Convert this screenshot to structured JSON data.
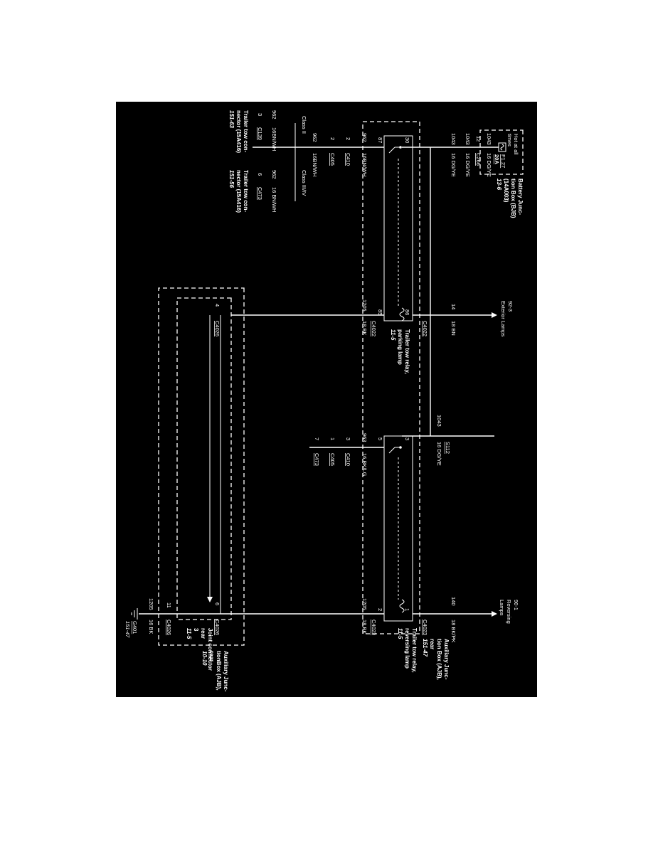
{
  "colors": {
    "panel": "#000000",
    "ink": "#ffffff",
    "page": "#ffffff"
  },
  "bjb": {
    "hot_line1": "Hot at all",
    "hot_line2": "times",
    "fuse_id": "F1.27",
    "fuse_amp": "20A",
    "title1": "Battery Junc-",
    "title2": "tion Box (BJB)",
    "title3": "(14A003)",
    "title4": "13-6"
  },
  "feed": {
    "circuit_top": "1043",
    "wire_top": "16 DG/YE",
    "pin": "12",
    "connector": "C266",
    "circuit_mid": "1043",
    "wire_mid": "16 DG/YE",
    "circuit_low": "1043",
    "wire_low": "16 DG/YE",
    "circuit_ajb": "1043",
    "wire_ajb": "16 DG/YE",
    "splice": "S112"
  },
  "parking_relay": {
    "pin30": "30",
    "pin87": "87",
    "pin86": "86",
    "pin85": "85",
    "label1": "Trailer tow relay,",
    "label2": "parking lamp",
    "label3": "11-5",
    "out_pin": "14",
    "out_wire": "18 BN",
    "out_conn": "C4022",
    "out_dest1": "92-3",
    "out_dest2": "Exterior Lamps",
    "gnd_circuit": "1205",
    "gnd_wire": "18 BK",
    "gnd_conn": "C4022"
  },
  "parking_out": {
    "circuit": "962",
    "wire": "16BN/WH",
    "pin_a": "2",
    "conn_a": "C410",
    "pin_b": "2",
    "conn_b": "C405",
    "circuit2": "962",
    "wire2": "16BN/WH",
    "class_left": "Class II",
    "class_right": "Class III/IV",
    "left_circuit": "962",
    "left_wire": "16BN/WH",
    "left_pin": "3",
    "left_conn": "C139",
    "left_label1": "Trailer tow con-",
    "left_label2": "nector (15A416)",
    "left_label3": "151-63",
    "right_circuit": "962",
    "right_wire": "16 BN/WH",
    "right_pin": "6",
    "right_conn": "C473",
    "right_label1": "Trailer tow con-",
    "right_label2": "nector (15A416)",
    "right_label3": "151-56"
  },
  "reversing_relay": {
    "pin3": "3",
    "pin5": "5",
    "pin1": "1",
    "pin2": "2",
    "label1": "Trailer tow relay,",
    "label2": "reversing lamp",
    "label3": "11-5",
    "out_circuit": "140",
    "out_wire": "18 BK/PK",
    "out_conn": "C4023",
    "out_dest1": "90-1",
    "out_dest2": "Reversing",
    "out_dest3": "Lamps",
    "gnd_circuit": "1205",
    "gnd_wire": "18 BK",
    "gnd_conn": "C4023",
    "ajb1": "Auxiliary Junc-",
    "ajb2": "tion Box (AJB),",
    "ajb3": "rear",
    "ajb4": "151-47"
  },
  "reversing_out": {
    "circuit": "963",
    "wire": "16 BK/LG",
    "pin_a": "3",
    "conn_a": "C410",
    "pin_b": "1",
    "conn_b": "C405",
    "pin_c": "7",
    "conn_c": "C473"
  },
  "joint": {
    "pin4": "4",
    "conn4": "C4026",
    "pin6": "6",
    "conn6": "C4026",
    "label1": "Joint connector",
    "label2": "rear",
    "label3": "3",
    "label4": "11-5",
    "pin11": "11",
    "conn11": "C4026",
    "circuit": "1205",
    "wire": "16 BK",
    "ground": "G401",
    "ground_ref": "151-47",
    "ajb1": "Auxiliary Junc-",
    "ajb2": "tionBox (AJB),",
    "ajb3": "rear",
    "ajb4": "10-10"
  }
}
